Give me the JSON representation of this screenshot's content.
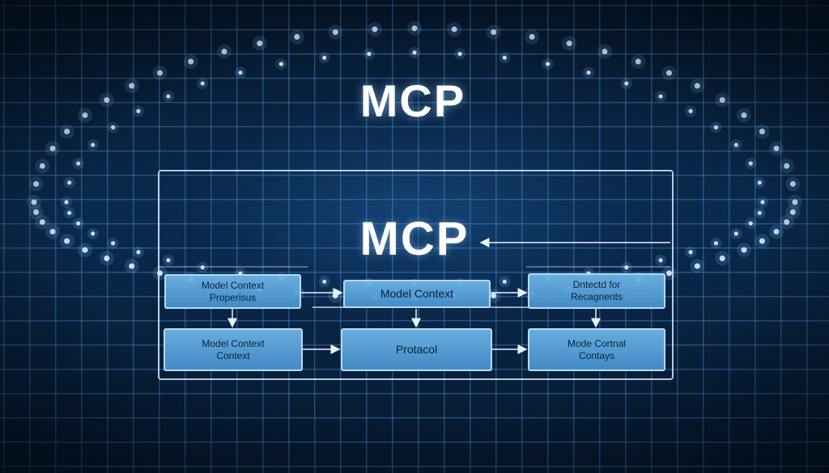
{
  "diagram": {
    "title_top": "MCP",
    "title_inner": "MCP",
    "boxes": {
      "r1c1": "Model Context\nProperisus",
      "r1c2": "Model Context",
      "r1c3": "Dntectd for\nRecagnents",
      "r2c1": "Model Context\nContext",
      "r2c2": "Protacol",
      "r2c3": "Mode Cortnal\nContays"
    }
  },
  "colors": {
    "background": "#04101f",
    "grid": "#50aaf0",
    "box_fill": "#6eb4e6",
    "box_text": "#0b2237",
    "line": "#e8f2fb"
  }
}
